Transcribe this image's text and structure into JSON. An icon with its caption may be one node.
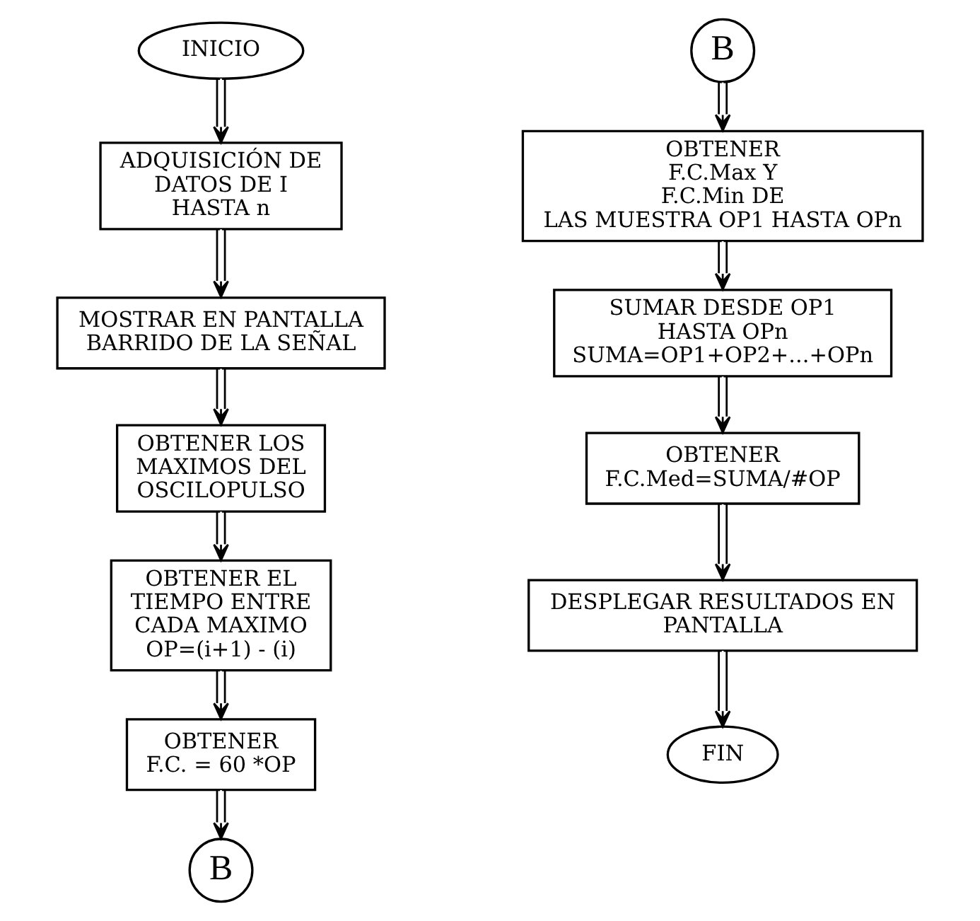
{
  "diagram": {
    "nodes": [
      {
        "text": [
          "INICIO"
        ]
      },
      {
        "text": [
          "ADQUISICIÓN DE DATOS DE I HASTA n"
        ]
      },
      {
        "text": [
          "MOSTRAR EN PANTALLA BARRIDO DE LA SEÑAL"
        ]
      },
      {
        "text": [
          "OBTENER LOS MAXIMOS DEL OSCILOPULSO"
        ]
      },
      {
        "text": [
          "OBTENER EL TIEMPO ENTRE CADA MAXIMO OP=(i+1) - (i)"
        ]
      },
      {
        "text": [
          "OBTENER F.C. = 60 *OP"
        ]
      },
      {
        "text": [
          "B"
        ]
      },
      {
        "text": [
          "B"
        ]
      },
      {
        "text": [
          "OBTENER F.C.Max Y F.C.Min DE LAS MUESTRA OP1 HASTA OPn"
        ]
      },
      {
        "text": [
          "SUMAR DESDE OP1 HASTA OPn SUMA=OP1+OP2+...+OPn"
        ]
      },
      {
        "text": [
          "OBTENER F.C.Med=SUMA/#OP"
        ]
      },
      {
        "text": [
          "DESPLEGAR RESULTADOS EN PANTALLA"
        ]
      },
      {
        "text": [
          "FIN"
        ]
      }
    ],
    "edges": [
      {
        "from": 0,
        "to": 1,
        "arrow": "to"
      },
      {
        "from": 1,
        "to": 2,
        "arrow": "to"
      },
      {
        "from": 2,
        "to": 3,
        "arrow": "to"
      },
      {
        "from": 3,
        "to": 4,
        "arrow": "to"
      },
      {
        "from": 4,
        "to": 5,
        "arrow": "to"
      },
      {
        "from": 5,
        "to": 6,
        "arrow": "to"
      },
      {
        "from": 7,
        "to": 8,
        "arrow": "to"
      },
      {
        "from": 8,
        "to": 9,
        "arrow": "to"
      },
      {
        "from": 9,
        "to": 10,
        "arrow": "to"
      },
      {
        "from": 10,
        "to": 11,
        "arrow": "to"
      },
      {
        "from": 11,
        "to": 12,
        "arrow": "to"
      }
    ]
  }
}
